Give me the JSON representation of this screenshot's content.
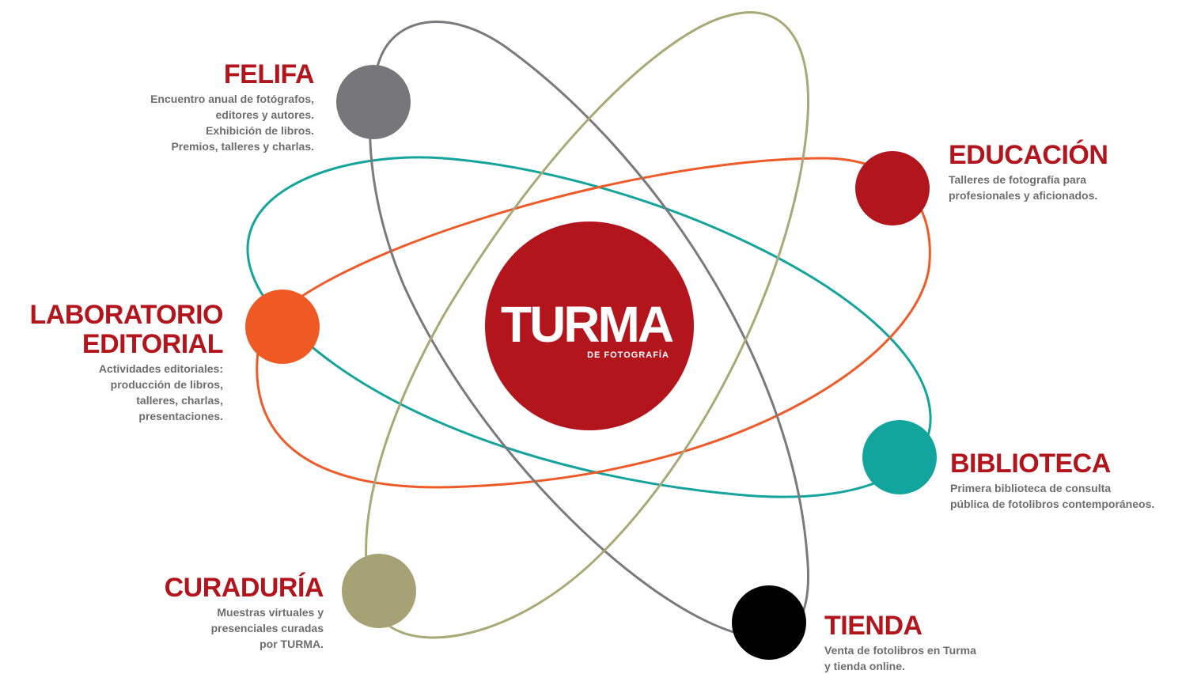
{
  "center": {
    "logo_main": "TURMA",
    "logo_sub": "DE FOTOGRAFÍA",
    "color": "#b3151d"
  },
  "colors": {
    "title_red": "#b3151d",
    "description_gray": "#6d6d6d",
    "orbit_gray": "#7a7a7e",
    "orbit_khaki": "#a9a877",
    "orbit_teal": "#14a49c",
    "orbit_orange": "#ee5a28"
  },
  "nodes": [
    {
      "id": "felifa",
      "title": "FELIFA",
      "description": [
        "Encuentro anual de fotógrafos,",
        "editores y autores.",
        "Exhibición de libros.",
        "Premios, talleres y charlas."
      ],
      "color": "#77777b"
    },
    {
      "id": "educacion",
      "title": "EDUCACIÓN",
      "description": [
        "Talleres de fotografía para",
        "profesionales y aficionados."
      ],
      "color": "#b3151d"
    },
    {
      "id": "laboratorio",
      "title": [
        "LABORATORIO",
        "EDITORIAL"
      ],
      "description": [
        "Actividades editoriales:",
        "producción de libros,",
        "talleres, charlas,",
        "presentaciones."
      ],
      "color": "#ef5a24"
    },
    {
      "id": "biblioteca",
      "title": "BIBLIOTECA",
      "description": [
        "Primera biblioteca de consulta",
        "pública de fotolibros contemporáneos."
      ],
      "color": "#12a59d"
    },
    {
      "id": "curaduria",
      "title": "CURADURÍA",
      "description": [
        "Muestras virtuales y",
        "presenciales curadas",
        "por TURMA."
      ],
      "color": "#a6a276"
    },
    {
      "id": "tienda",
      "title": "TIENDA",
      "description": [
        "Venta de fotolibros en Turma",
        "y tienda online."
      ],
      "color": "#000000"
    }
  ]
}
